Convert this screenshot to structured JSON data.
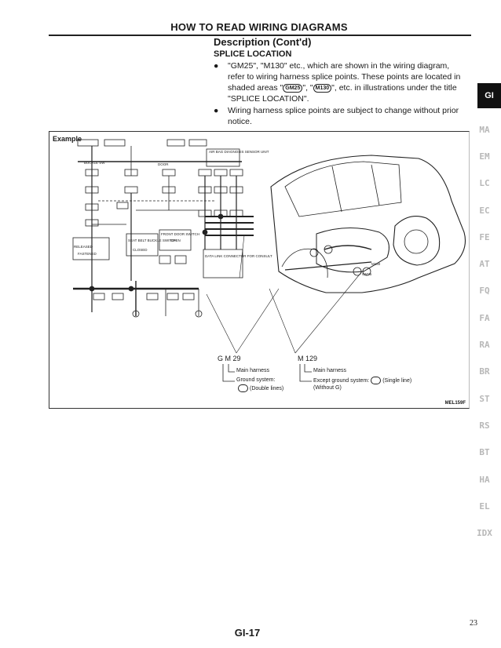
{
  "header": {
    "title": "HOW TO READ WIRING DIAGRAMS"
  },
  "section": {
    "title": "Description (Cont'd)",
    "subtitle": "SPLICE LOCATION",
    "bullet1": {
      "part1": "\"GM25\", \"M130\" etc., which are shown in the wiring diagram, refer to wiring harness splice points. These points are located in shaded areas \"",
      "badge1": "GM25",
      "part2": "\", \"",
      "badge2": "M130",
      "part3": "\", etc. in illustrations under the title \"SPLICE LOCATION\"."
    },
    "bullet2": "Wiring harness splice points are subject to change without prior notice."
  },
  "figure": {
    "example_label": "Example",
    "code": "MEL159F",
    "labels": {
      "buckle_sw": "BUCKLE SW",
      "door": "DOOR",
      "air_bag": "AIR BAG DIAGNOSIS SENSOR UNIT",
      "released": "RELEASED",
      "fastened": "FASTENED",
      "seat_belt": "SEAT BELT BUCKLE SWITCH",
      "closed": "CLOSED",
      "open": "OPEN",
      "front_door": "FRONT DOOR SWITCH",
      "data_link": "DATA LINK CONNECTOR FOR CONSULT",
      "splice_gm25": "GM25",
      "splice_m130": "M130"
    },
    "gm": {
      "code": "G M 29",
      "harness": "Main harness",
      "system": "Ground system:",
      "lines": "(Double lines)"
    },
    "m": {
      "code": "M 129",
      "harness": "Main harness",
      "system": "Except ground system:",
      "lines": "(Single line)",
      "without": "(Without G)"
    }
  },
  "side_tabs": {
    "active": "GI",
    "items": [
      "MA",
      "EM",
      "LC",
      "EC",
      "FE",
      "AT",
      "FQ",
      "FA",
      "RA",
      "BR",
      "ST",
      "RS",
      "BT",
      "HA",
      "EL",
      "IDX"
    ]
  },
  "footer": {
    "page_label": "GI-17",
    "page_number": "23"
  }
}
